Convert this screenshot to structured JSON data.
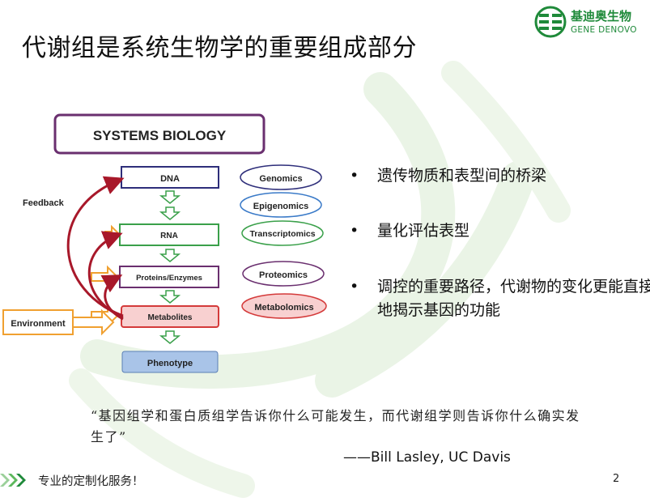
{
  "slide": {
    "title": "代谢组是系统生物学的重要组成部分",
    "page_number": "2"
  },
  "logo": {
    "name_cn": "基迪奥生物",
    "name_en": "GENE DENOVO"
  },
  "diagram": {
    "header": "SYSTEMS BIOLOGY",
    "levels": [
      "DNA",
      "RNA",
      "Proteins/Enzymes",
      "Metabolites",
      "Phenotype"
    ],
    "omics": [
      "Genomics",
      "Epigenomics",
      "Transcriptomics",
      "Proteomics",
      "Metabolomics"
    ],
    "feedback_label": "Feedback",
    "environment_label": "Environment"
  },
  "bullets": [
    "遗传物质和表型间的桥梁",
    "量化评估表型",
    "调控的重要路径，代谢物的变化更能直接地揭示基因的功能"
  ],
  "bullet_marker": "•",
  "quote": {
    "text": "“基因组学和蛋白质组学告诉你什么可能发生，而代谢组学则告诉你什么确实发生了”",
    "attribution": "——Bill Lasley, UC Davis"
  },
  "footer": {
    "slogan": "专业的定制化服务！"
  },
  "colors": {
    "brand_green": "#1f8a3a",
    "header_border": "#6a2f6f",
    "dna_border": "#2e2e7a",
    "rna_border": "#3aa04a",
    "proteins_border": "#6a2f6f",
    "metabolites_fill": "#f8d0d0",
    "metabolites_border": "#d43a3a",
    "phenotype_fill": "#a9c4e8",
    "feedback_arrow": "#a8182a",
    "environment_arrow": "#f0a030",
    "down_arrow": "#3aa04a"
  }
}
